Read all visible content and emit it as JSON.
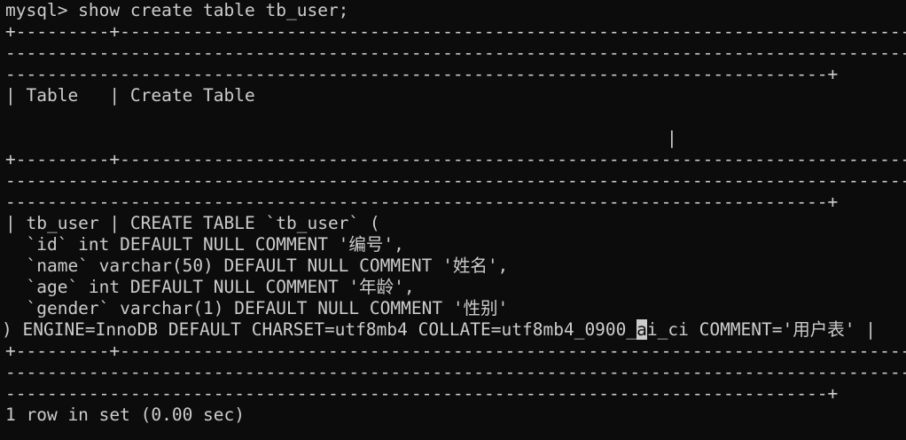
{
  "terminal": {
    "prompt_line": "mysql> show create table tb_user;",
    "border_top_1": "+---------+-----------------------------------------------------------------------------------------------------------------------------",
    "border_top_2": "-------------------------------------------------------------------------------------------------------------------------------------",
    "border_top_3": "-------------------------------------------------------------------------------+",
    "header_row": "| Table   | Create Table",
    "header_end": "|",
    "border_mid_1": "+---------+-----------------------------------------------------------------------------------------------------------------------------",
    "border_mid_2": "-------------------------------------------------------------------------------------------------------------------------------------",
    "border_mid_3": "-------------------------------------------------------------------------------+",
    "row_line_1": "| tb_user | CREATE TABLE `tb_user` (",
    "row_line_2": "  `id` int DEFAULT NULL COMMENT '编号',",
    "row_line_3": "  `name` varchar(50) DEFAULT NULL COMMENT '姓名',",
    "row_line_4": "  `age` int DEFAULT NULL COMMENT '年龄',",
    "row_line_5": "  `gender` varchar(1) DEFAULT NULL COMMENT '性别'",
    "row_line_6_pre": ") ENGINE=InnoDB DEFAULT CHARSET=utf8mb4 COLLATE=utf8mb4_0900_",
    "row_line_6_cursor": "a",
    "row_line_6_post": "i_ci COMMENT='用户表' |",
    "border_bot_1": "+---------+-----------------------------------------------------------------------------------------------------------------------------",
    "border_bot_2": "-------------------------------------------------------------------------------------------------------------------------------------",
    "border_bot_3": "-------------------------------------------------------------------------------+",
    "result_line": "1 row in set (0.00 sec)"
  },
  "colors": {
    "background": "#0c0c0c",
    "foreground": "#cccccc"
  }
}
